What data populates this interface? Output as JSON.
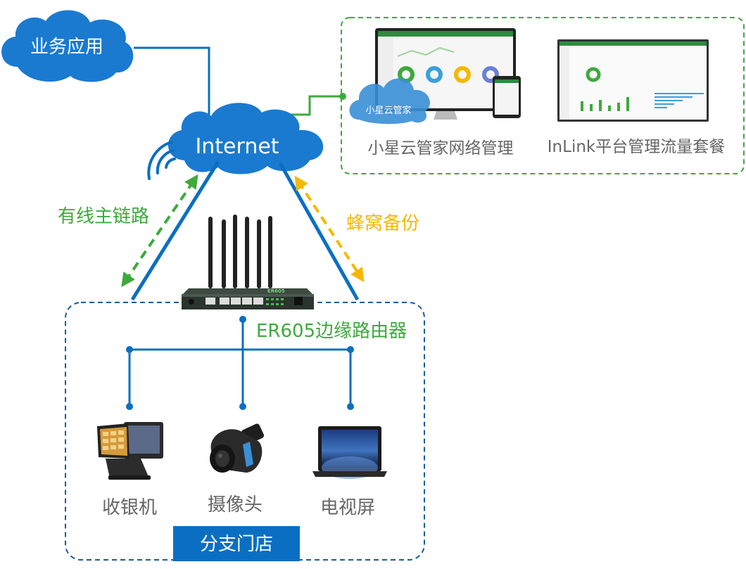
{
  "clouds": {
    "business": "业务应用",
    "internet": "Internet",
    "xiaoxing": "小星云管家"
  },
  "platforms": {
    "xiaoxing_label": "小星云管家网络管理",
    "inlink_label": "InLink平台管理流量套餐"
  },
  "links": {
    "wired": "有线主链路",
    "cellular": "蜂窝备份"
  },
  "router": {
    "label": "ER605边缘路由器",
    "brand": "ER605"
  },
  "devices": [
    {
      "label": "收银机",
      "icon": "pos-terminal-icon"
    },
    {
      "label": "摄像头",
      "icon": "camera-icon"
    },
    {
      "label": "电视屏",
      "icon": "laptop-icon"
    }
  ],
  "branch": {
    "label": "分支门店"
  },
  "colors": {
    "blue": "#0a6fc2",
    "green": "#3daa3d",
    "orange": "#f5b800",
    "cloud": "#1a7ad0",
    "gray_text": "#666666"
  }
}
